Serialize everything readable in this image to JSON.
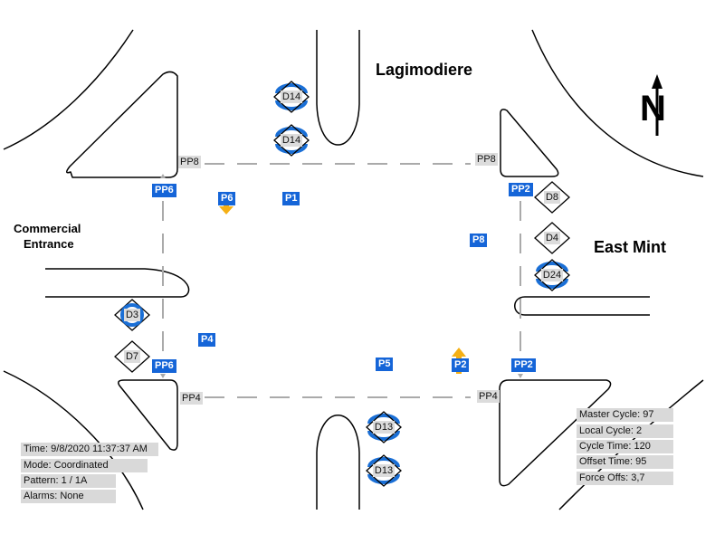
{
  "streets": {
    "north": "Lagimodiere",
    "east": "East Mint",
    "west_line1": "Commercial",
    "west_line2": "Entrance"
  },
  "compass": {
    "label": "N",
    "icon": "north-arrow-icon"
  },
  "colors": {
    "phase_blue": "#1565d8",
    "arrow_amber": "#f5b015",
    "detector_active_blue": "#1a6fd6",
    "label_gray": "#d9d9d9",
    "crosswalk_gray": "#aaaaaa"
  },
  "phases": [
    {
      "id": "P1",
      "arrow": null
    },
    {
      "id": "P6",
      "arrow": "down"
    },
    {
      "id": "P8",
      "arrow": null
    },
    {
      "id": "P4",
      "arrow": null
    },
    {
      "id": "P5",
      "arrow": null
    },
    {
      "id": "P2",
      "arrow": "up"
    }
  ],
  "ped_phases": {
    "pp8_nw": "PP8",
    "pp8_ne": "PP8",
    "pp6_top": "PP6",
    "pp6_bottom": "PP6",
    "pp2_top": "PP2",
    "pp2_bottom": "PP2",
    "pp4_sw": "PP4",
    "pp4_se": "PP4"
  },
  "detectors": [
    {
      "id": "D14",
      "active": true
    },
    {
      "id": "D14",
      "active": true
    },
    {
      "id": "D8",
      "active": false
    },
    {
      "id": "D4",
      "active": false
    },
    {
      "id": "D24",
      "active": true
    },
    {
      "id": "D3",
      "active": true
    },
    {
      "id": "D7",
      "active": false
    },
    {
      "id": "D13",
      "active": true
    },
    {
      "id": "D13",
      "active": true
    }
  ],
  "status_left": {
    "time": "Time: 9/8/2020 11:37:37 AM",
    "mode": "Mode: Coordinated",
    "pattern": "Pattern: 1 / 1A",
    "alarms": "Alarms: None"
  },
  "status_right": {
    "master_cycle": "Master Cycle: 97",
    "local_cycle": "Local Cycle: 2",
    "cycle_time": "Cycle Time: 120",
    "offset_time": "Offset Time: 95",
    "force_offs": "Force Offs: 3,7"
  }
}
